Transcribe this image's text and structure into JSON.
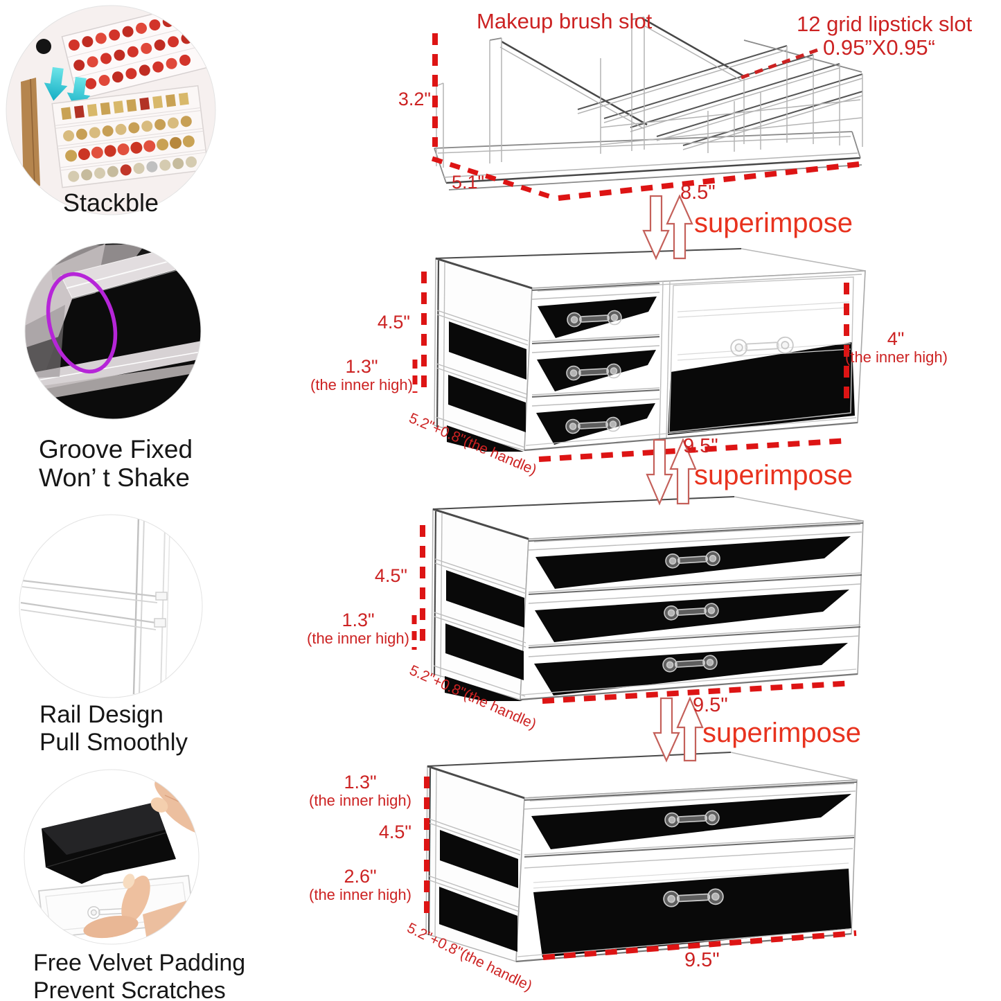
{
  "theme": {
    "annotation_red": "#cc2222",
    "superimpose_red": "#e8321e",
    "dash_red": "#dd1414",
    "highlight_purple": "#b625d8",
    "arrow_cyan": "#2fc4d2",
    "caption_black": "#161616"
  },
  "features": [
    {
      "caption": "Stackble"
    },
    {
      "caption_line1": "Groove Fixed",
      "caption_line2": "Won’ t Shake"
    },
    {
      "caption_line1": "Rail Design",
      "caption_line2": "Pull Smoothly"
    },
    {
      "caption_line1": "Free Velvet Padding",
      "caption_line2": "Prevent Scratches"
    }
  ],
  "superimpose_label": "superimpose",
  "top_unit": {
    "brush_slot_label": "Makeup brush slot",
    "grid_label": "12 grid lipstick slot",
    "grid_size": "0.95”X0.95“",
    "height": "3.2\"",
    "depth": "5.1\"",
    "width": "8.5\""
  },
  "drawer_unit_a": {
    "height": "4.5\"",
    "inner_height": "1.3\"",
    "inner_note": "(the inner high)",
    "right_height": "4\"",
    "right_note": "(the inner high)",
    "depth": "5.2\"+0.8\"(the handle)",
    "width": "9.5\""
  },
  "drawer_unit_b": {
    "height": "4.5\"",
    "inner_height": "1.3\"",
    "inner_note": "(the inner high)",
    "depth": "5.2\"+0.8\"(the handle)",
    "width": "9.5\""
  },
  "drawer_unit_c": {
    "inner_height_top": "1.3\"",
    "inner_note_top": "(the inner high)",
    "height": "4.5\"",
    "inner_height_bottom": "2.6\"",
    "inner_note_bottom": "(the inner high)",
    "depth": "5.2\"+0.8\"(the handle)",
    "width": "9.5\""
  }
}
